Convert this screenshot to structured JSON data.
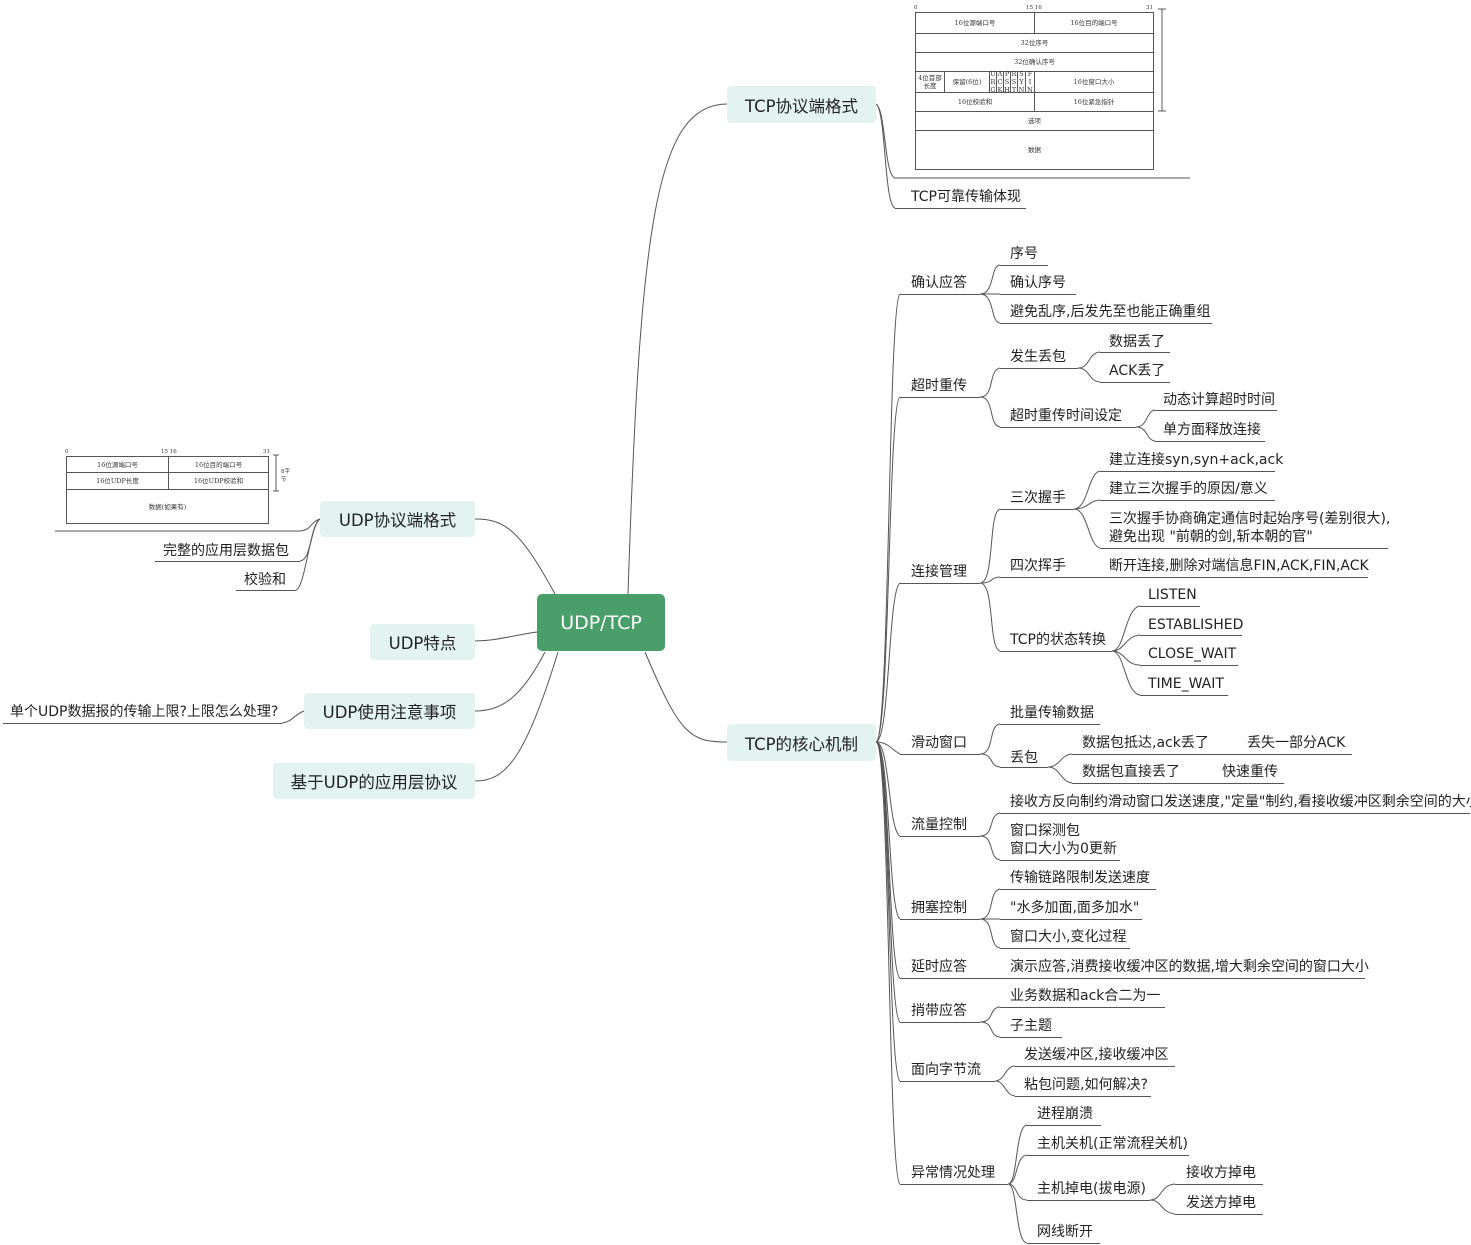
{
  "central": "UDP/TCP",
  "colors": {
    "central_bg": "#4a9e6a",
    "topic_bg": "#e3f3f1",
    "line": "#555555"
  },
  "topics": {
    "tcp_format": "TCP协议端格式",
    "tcp_core": "TCP的核心机制",
    "udp_format": "UDP协议端格式",
    "udp_features": "UDP特点",
    "udp_notes": "UDP使用注意事项",
    "udp_apps": "基于UDP的应用层协议"
  },
  "tcp_format_children": {
    "reliable": "TCP可靠传输体现"
  },
  "tcp_header": {
    "bits": [
      "0",
      "15 16",
      "31"
    ],
    "src_port": "16位源端口号",
    "dst_port": "16位目的端口号",
    "seq": "32位序号",
    "ack_seq": "32位确认序号",
    "hdr_len": "4位首部长度",
    "reserved": "保留(6位)",
    "flags": [
      "U R G",
      "A C K",
      "P S H",
      "R S T",
      "S Y N",
      "F I N"
    ],
    "window": "16位窗口大小",
    "checksum": "16位校验和",
    "urgent": "16位紧急指针",
    "options": "选项",
    "data": "数据"
  },
  "udp_header": {
    "bits": [
      "0",
      "15 16",
      "31"
    ],
    "src_port": "16位源端口号",
    "dst_port": "16位目的端口号",
    "length": "16位UDP长度",
    "checksum": "16位UDP校验和",
    "bytes": "8字节",
    "data": "数据(如果有)"
  },
  "udp_format_children": {
    "complete": "完整的应用层数据包",
    "checksum": "校验和"
  },
  "udp_notes_children": {
    "limit": "单个UDP数据报的传输上限?上限怎么处理?"
  },
  "core": {
    "ack": {
      "label": "确认应答",
      "seq": "序号",
      "ack_seq": "确认序号",
      "order": "避免乱序,后发先至也能正确重组"
    },
    "retrans": {
      "label": "超时重传",
      "loss": "发生丢包",
      "data_lost": "数据丢了",
      "ack_lost": "ACK丢了",
      "timeout": "超时重传时间设定",
      "dynamic": "动态计算超时时间",
      "release": "单方面释放连接"
    },
    "conn": {
      "label": "连接管理",
      "three": "三次握手",
      "establish": "建立连接syn,syn+ack,ack",
      "why": "建立三次握手的原因/意义",
      "isn_1": "三次握手协商确定通信时起始序号(差别很大),",
      "isn_2": "避免出现 \"前朝的剑,斩本朝的官\"",
      "four": "四次挥手",
      "close": "断开连接,删除对端信息FIN,ACK,FIN,ACK",
      "states": "TCP的状态转换",
      "listen": "LISTEN",
      "established": "ESTABLISHED",
      "close_wait": "CLOSE_WAIT",
      "time_wait": "TIME_WAIT"
    },
    "window": {
      "label": "滑动窗口",
      "batch": "批量传输数据",
      "loss": "丢包",
      "arrived": "数据包抵达,ack丢了",
      "lose_part": "丢失一部分ACK",
      "direct": "数据包直接丢了",
      "fast": "快速重传"
    },
    "flow": {
      "label": "流量控制",
      "recv": "接收方反向制约滑动窗口发送速度,\"定量\"制约,看接收缓冲区剩余空间的大小",
      "probe_1": "窗口探测包",
      "probe_2": "窗口大小为0更新"
    },
    "congestion": {
      "label": "拥塞控制",
      "link": "传输链路限制发送速度",
      "water": "\"水多加面,面多加水\"",
      "change": "窗口大小,变化过程"
    },
    "delay": {
      "label": "延时应答",
      "desc": "演示应答,消费接收缓冲区的数据,增大剩余空间的窗口大小"
    },
    "piggy": {
      "label": "捎带应答",
      "merge": "业务数据和ack合二为一",
      "sub": "子主题"
    },
    "stream": {
      "label": "面向字节流",
      "buffers": "发送缓冲区,接收缓冲区",
      "sticky": "粘包问题,如何解决?"
    },
    "abnormal": {
      "label": "异常情况处理",
      "crash": "进程崩溃",
      "shutdown": "主机关机(正常流程关机)",
      "power": "主机掉电(拔电源)",
      "recv_off": "接收方掉电",
      "send_off": "发送方掉电",
      "net": "网线断开"
    }
  }
}
